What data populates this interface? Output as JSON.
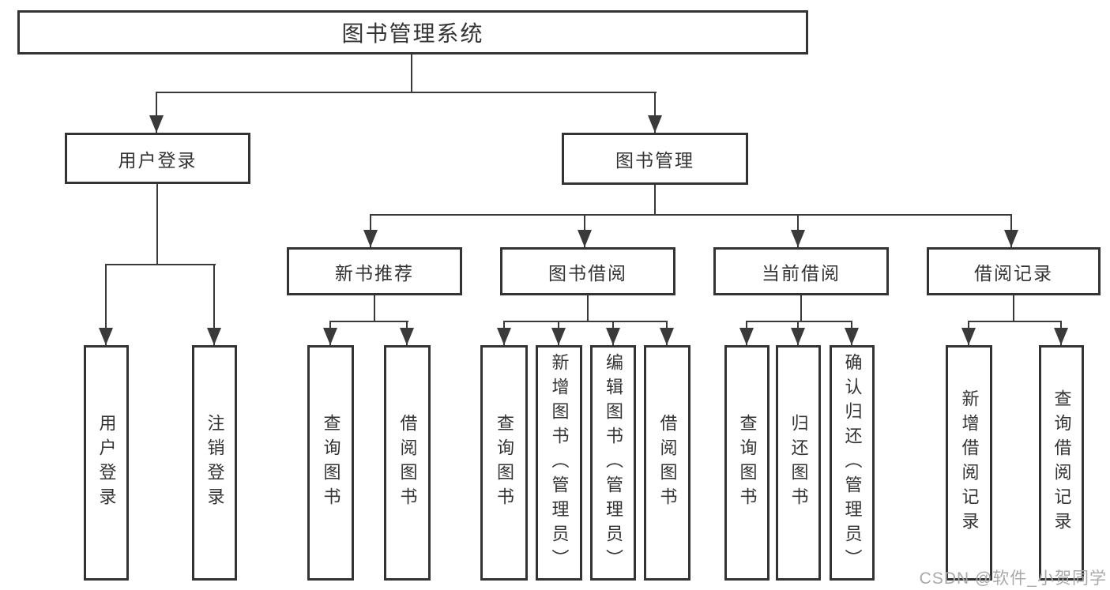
{
  "root": {
    "label": "图书管理系统"
  },
  "level2": [
    {
      "label": "用户登录"
    },
    {
      "label": "图书管理"
    }
  ],
  "level3": [
    {
      "label": "新书推荐"
    },
    {
      "label": "图书借阅"
    },
    {
      "label": "当前借阅"
    },
    {
      "label": "借阅记录"
    }
  ],
  "leaves": [
    {
      "label": "用户登录"
    },
    {
      "label": "注销登录"
    },
    {
      "label": "查询图书"
    },
    {
      "label": "借阅图书"
    },
    {
      "label": "查询图书"
    },
    {
      "label": "新增图书（管理员）"
    },
    {
      "label": "编辑图书（管理员）"
    },
    {
      "label": "借阅图书"
    },
    {
      "label": "查询图书"
    },
    {
      "label": "归还图书"
    },
    {
      "label": "确认归还（管理员）"
    },
    {
      "label": "新增借阅记录"
    },
    {
      "label": "查询借阅记录"
    }
  ],
  "watermark": {
    "label": "CSDN @软件_小贺同学"
  },
  "colors": {
    "line": "#3a3a3a",
    "border": "#333333",
    "text": "#333333",
    "watermark": "#a9a9a9",
    "background": "#ffffff"
  }
}
